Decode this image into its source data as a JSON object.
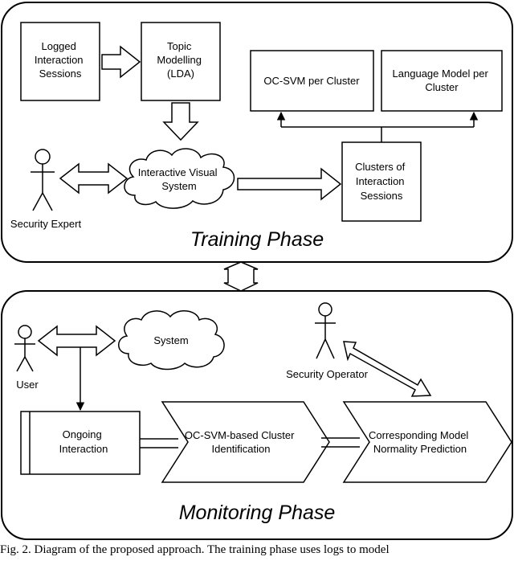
{
  "training": {
    "phase_title": "Training Phase",
    "logged_sessions": [
      "Logged",
      "Interaction",
      "Sessions"
    ],
    "topic_modelling": [
      "Topic",
      "Modelling",
      "(LDA)"
    ],
    "ocsvm_per_cluster": [
      "OC-SVM per Cluster"
    ],
    "language_model": [
      "Language Model per",
      "Cluster"
    ],
    "interactive_system": [
      "Interactive Visual",
      "System"
    ],
    "clusters": [
      "Clusters of",
      "Interaction",
      "Sessions"
    ],
    "security_expert": "Security Expert"
  },
  "monitoring": {
    "phase_title": "Monitoring Phase",
    "system": "System",
    "user": "User",
    "security_operator": "Security Operator",
    "ongoing": [
      "Ongoing",
      "Interaction"
    ],
    "ocsvm_identification": [
      "OC-SVM-based Cluster",
      "Identification"
    ],
    "normality_prediction": [
      "Corresponding Model",
      "Normality Prediction"
    ]
  },
  "caption": "Fig. 2.  Diagram of the proposed approach. The training phase uses logs to model"
}
